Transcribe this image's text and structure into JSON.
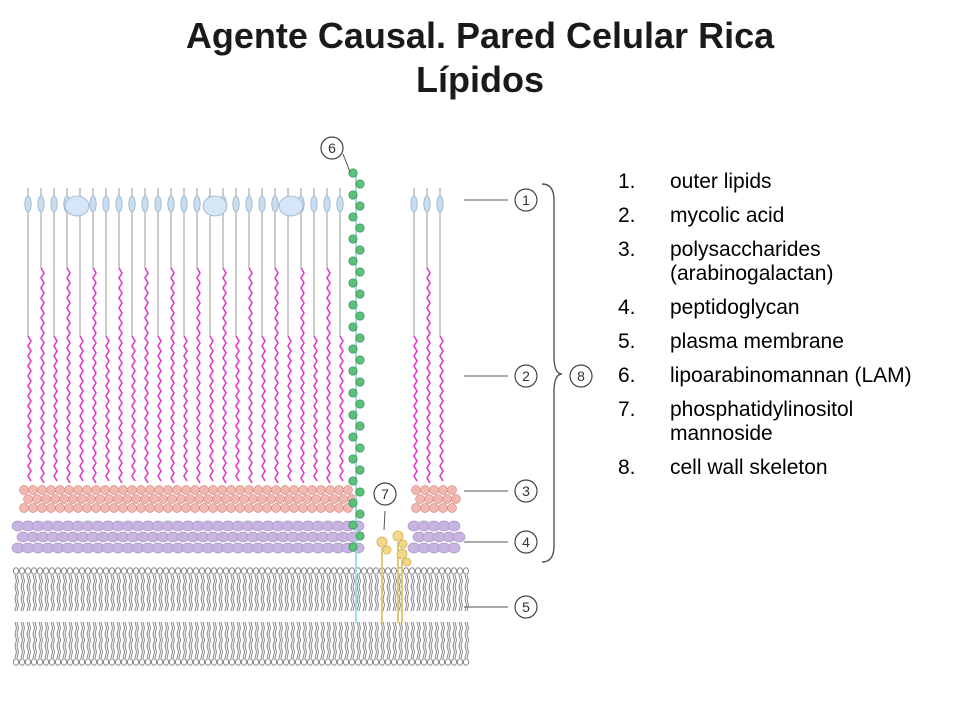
{
  "title": {
    "line1": "Agente Causal. Pared Celular Rica",
    "line2": "Lípidos"
  },
  "legend": [
    {
      "number": "1.",
      "text": "outer lipids"
    },
    {
      "number": "2.",
      "text": "mycolic acid"
    },
    {
      "number": "3.",
      "text": "polysaccharides (arabinogalactan)"
    },
    {
      "number": "4.",
      "text": "peptidoglycan"
    },
    {
      "number": "5.",
      "text": "plasma membrane"
    },
    {
      "number": "6.",
      "text": "lipoarabinomannan (LAM)"
    },
    {
      "number": "7.",
      "text": "phosphatidylinositol mannoside"
    },
    {
      "number": "8.",
      "text": "cell wall skeleton"
    }
  ],
  "diagram_labels": [
    "1",
    "2",
    "3",
    "4",
    "5",
    "6",
    "7",
    "8"
  ],
  "colors": {
    "mycolic": "#e03cc8",
    "arabinogalactan": "#f0b8b0",
    "peptidoglycan": "#c8b4e0",
    "membrane": "#8a8a8a",
    "lam_bead": "#5cc07a",
    "lam_stalk": "#9ee0e6",
    "pim": "#f2d88a",
    "outer_lipid_head": "#c8dcf0"
  }
}
